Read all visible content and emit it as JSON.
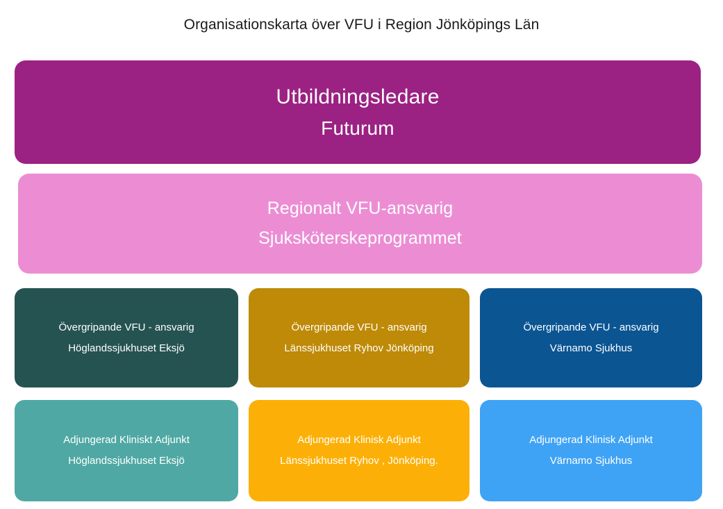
{
  "title": "Organisationskarta över VFU i Region Jönköpings Län",
  "colors": {
    "background": "#ffffff",
    "title_text": "#1a1a1a",
    "node_text": "#ffffff",
    "level1_purple": "#9B2283",
    "level2_pink": "#EC8DD4",
    "level3_teal_dark": "#255351",
    "level3_gold_dark": "#BE8A07",
    "level3_blue_dark": "#0B5593",
    "level4_teal_light": "#4FA8A3",
    "level4_amber": "#FCB007",
    "level4_blue_light": "#3FA3F5"
  },
  "chart_data": {
    "type": "diagram",
    "title": "Organisationskarta över VFU i Region Jönköpings Län",
    "layout": "org-chart, 4 levels, levels 1-2 full width, levels 3-4 in 3 columns",
    "levels": [
      {
        "level": 1,
        "nodes": [
          {
            "id": "utbildningsledare",
            "line_1": "Utbildningsledare",
            "line_2": "Futurum",
            "color": "#9B2283"
          }
        ]
      },
      {
        "level": 2,
        "nodes": [
          {
            "id": "regionalt-vfu-ansvarig",
            "line_1": "Regionalt VFU-ansvarig",
            "line_2": "Sjuksköterskeprogrammet",
            "color": "#EC8DD4"
          }
        ]
      },
      {
        "level": 3,
        "nodes": [
          {
            "id": "overgripande-eksjo",
            "line_1": "Övergripande VFU - ansvarig",
            "line_2": "Höglandssjukhuset Eksjö",
            "color": "#255351"
          },
          {
            "id": "overgripande-ryhov",
            "line_1": "Övergripande VFU - ansvarig",
            "line_2": "Länssjukhuset Ryhov Jönköping",
            "color": "#BE8A07"
          },
          {
            "id": "overgripande-varnamo",
            "line_1": "Övergripande VFU - ansvarig",
            "line_2": "Värnamo Sjukhus",
            "color": "#0B5593"
          }
        ]
      },
      {
        "level": 4,
        "nodes": [
          {
            "id": "adjunkt-eksjo",
            "line_1": "Adjungerad Kliniskt Adjunkt",
            "line_2": "Höglandssjukhuset Eksjö",
            "color": "#4FA8A3"
          },
          {
            "id": "adjunkt-ryhov",
            "line_1": "Adjungerad Klinisk Adjunkt",
            "line_2": "Länssjukhuset Ryhov , Jönköping.",
            "color": "#FCB007"
          },
          {
            "id": "adjunkt-varnamo",
            "line_1": "Adjungerad Klinisk Adjunkt",
            "line_2": "Värnamo Sjukhus",
            "color": "#3FA3F5"
          }
        ]
      }
    ]
  }
}
